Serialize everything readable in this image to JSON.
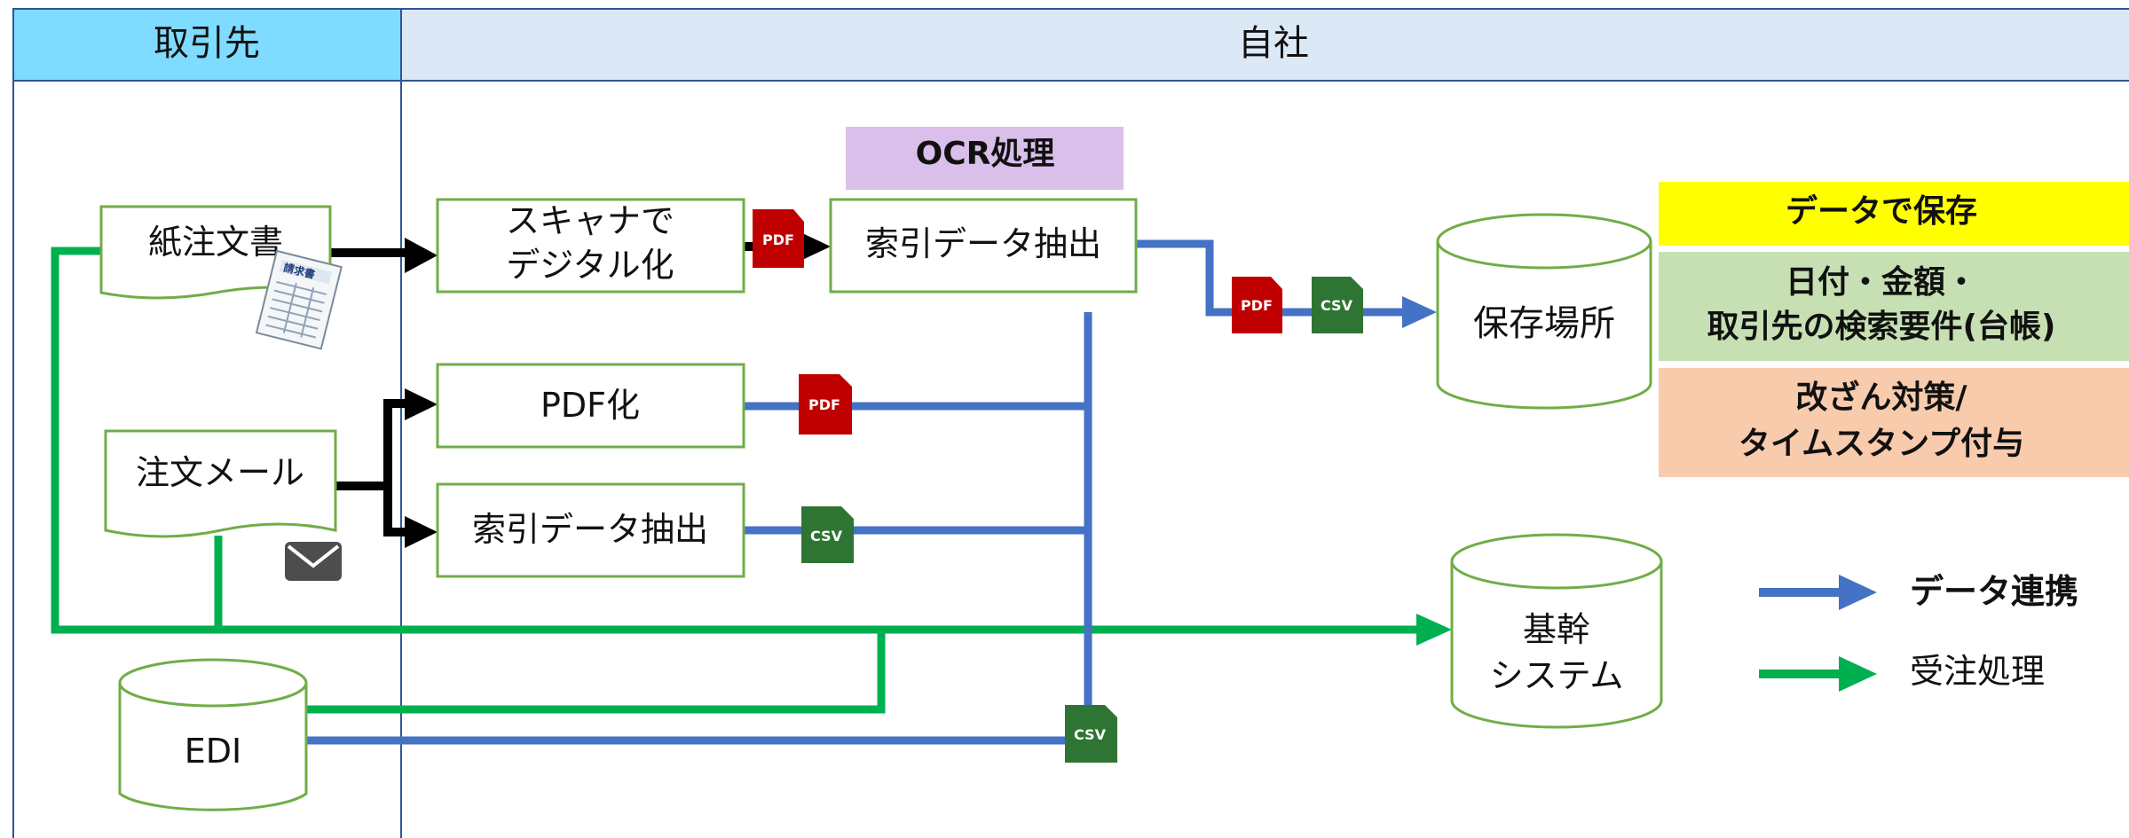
{
  "lanes": {
    "partner": "取引先",
    "company": "自社"
  },
  "nodes": {
    "paper_order": "紙注文書",
    "invoice_icon_text": "請求書",
    "order_mail": "注文メール",
    "edi": "EDI",
    "scan_line1": "スキャナで",
    "scan_line2": "デジタル化",
    "ocr_label": "OCR処理",
    "index_extract_top": "索引データ抽出",
    "pdf_convert": "PDF化",
    "index_extract_mid": "索引データ抽出",
    "storage": "保存場所",
    "core_line1": "基幹",
    "core_line2": "システム"
  },
  "file_badges": {
    "pdf": "PDF",
    "csv": "CSV"
  },
  "requirements": {
    "save_as_data": "データで保存",
    "search_line1": "日付・金額・",
    "search_line2": "取引先の検索要件(台帳)",
    "tamper_line1": "改ざん対策/",
    "tamper_line2": "タイムスタンプ付与"
  },
  "legend": {
    "data_link": "データ連携",
    "order_processing": "受注処理"
  },
  "colors": {
    "blue_line": "#4472c4",
    "green_line": "#00b050",
    "box_border": "#70ad47",
    "lane_partner": "#7fdbff",
    "lane_company": "#dbe8f5",
    "ocr_bg": "#d9bfea",
    "yellow": "#ffff00",
    "light_green": "#c6e0b4",
    "peach": "#f8cbad",
    "pdf_red": "#c00000",
    "csv_green": "#2e7533"
  },
  "icons": [
    "invoice-document-icon",
    "envelope-icon"
  ]
}
